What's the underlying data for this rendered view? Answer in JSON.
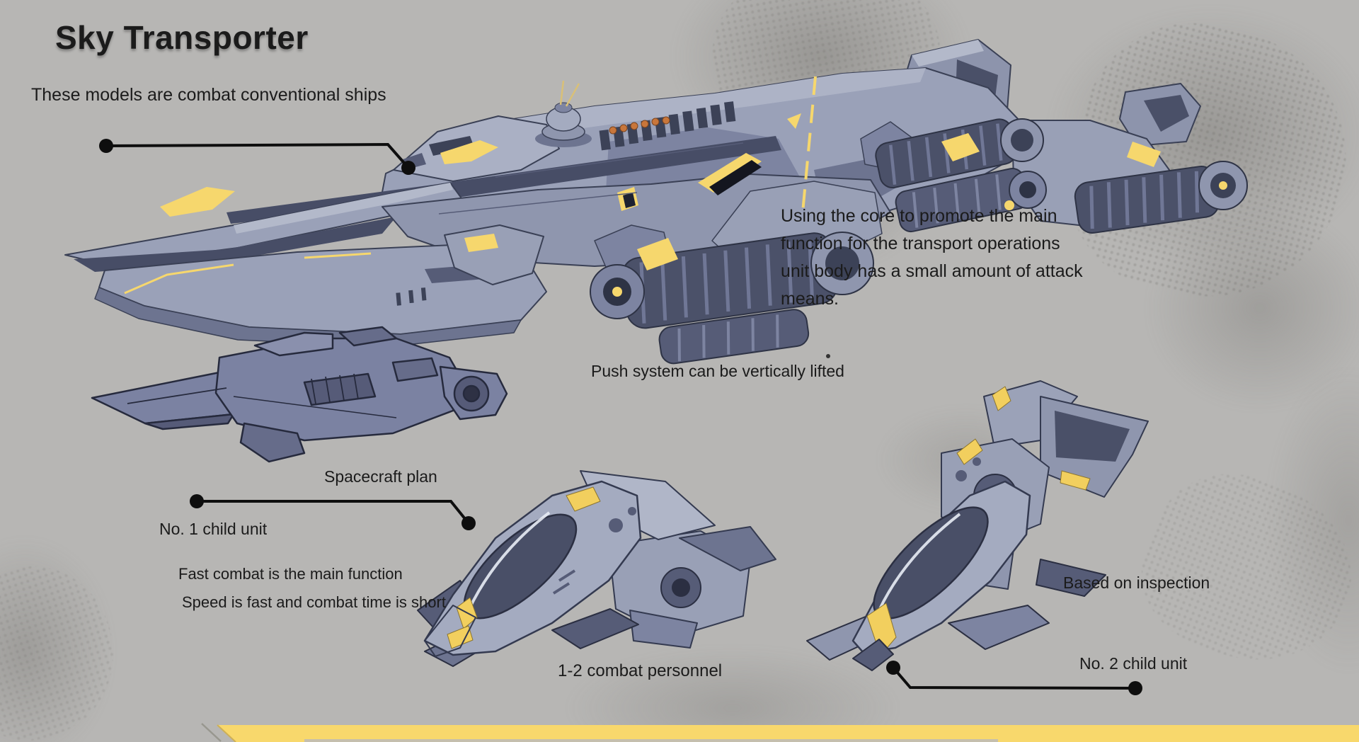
{
  "title": "Sky Transporter",
  "subtitle": "These models are combat conventional ships",
  "colors": {
    "background": "#b7b6b4",
    "hull_base": "#9aa1b8",
    "hull_dark": "#4b5169",
    "accent_yellow": "#f6d76d",
    "bottom_bar": "#f8d86c",
    "text": "#1b1b1b"
  },
  "main_ship": {
    "note_lines": [
      "Using the core to promote the main",
      "function for the transport operations",
      "unit body has a small amount of attack",
      "means."
    ],
    "push_label": "Push system can be vertically lifted"
  },
  "spacecraft_plan": {
    "label": "Spacecraft plan"
  },
  "child_unit_1": {
    "label": "No. 1 child unit",
    "desc_line_1": "Fast combat is the main function",
    "desc_line_2": "Speed is fast and combat time is short",
    "personnel": "1-2 combat personnel"
  },
  "child_unit_2": {
    "label": "No. 2 child unit",
    "inspection": "Based on inspection"
  }
}
